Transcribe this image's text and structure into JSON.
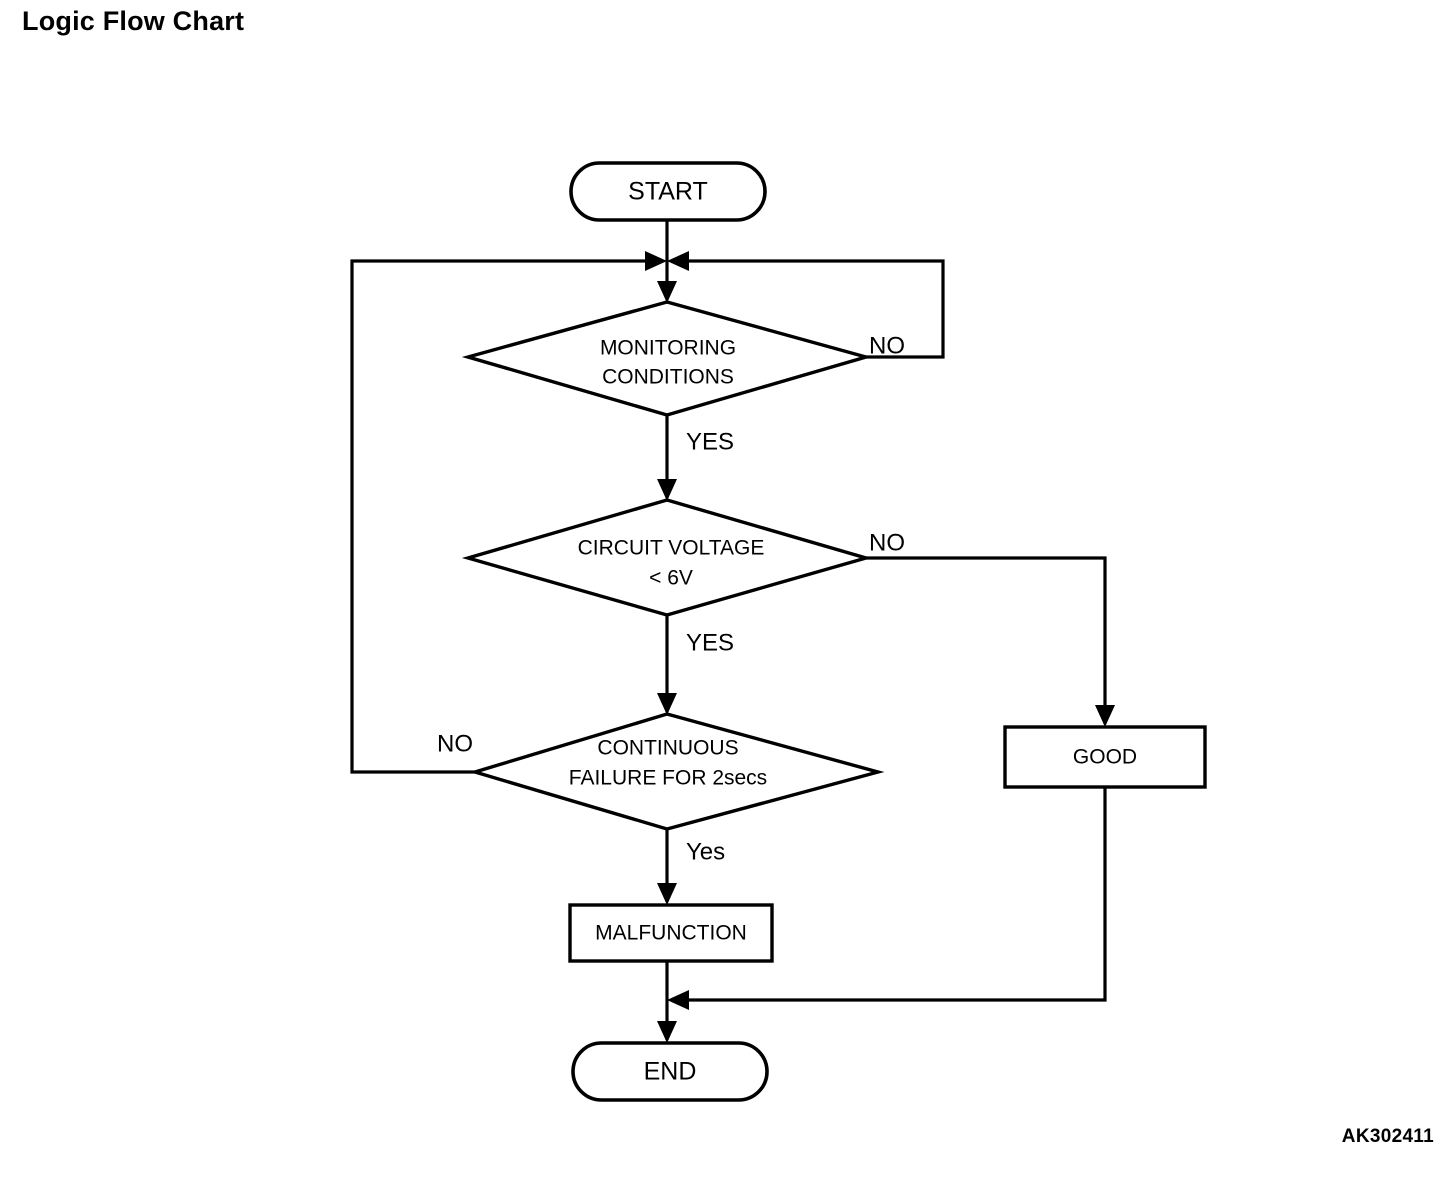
{
  "page": {
    "title": "Logic Flow Chart",
    "reference_code": "AK302411",
    "background_color": "#ffffff",
    "line_color": "#000000"
  },
  "chart_data": {
    "type": "diagram",
    "diagram_kind": "flowchart",
    "title": "Logic Flow Chart",
    "nodes": [
      {
        "id": "start",
        "shape": "terminator",
        "label": "START"
      },
      {
        "id": "monitoring",
        "shape": "decision",
        "label": "MONITORING CONDITIONS",
        "line1": "MONITORING",
        "line2": "CONDITIONS"
      },
      {
        "id": "voltage",
        "shape": "decision",
        "label": "CIRCUIT VOLTAGE < 6V",
        "line1": "CIRCUIT VOLTAGE",
        "line2": "< 6V"
      },
      {
        "id": "failure",
        "shape": "decision",
        "label": "CONTINUOUS FAILURE FOR 2secs",
        "line1": "CONTINUOUS",
        "line2": "FAILURE FOR 2secs"
      },
      {
        "id": "good",
        "shape": "process",
        "label": "GOOD"
      },
      {
        "id": "malfunction",
        "shape": "process",
        "label": "MALFUNCTION"
      },
      {
        "id": "end",
        "shape": "terminator",
        "label": "END"
      }
    ],
    "edges": [
      {
        "from": "start",
        "to": "monitoring",
        "label": ""
      },
      {
        "from": "monitoring",
        "to": "start-join",
        "label": "NO"
      },
      {
        "from": "monitoring",
        "to": "voltage",
        "label": "YES"
      },
      {
        "from": "voltage",
        "to": "good",
        "label": "NO"
      },
      {
        "from": "voltage",
        "to": "failure",
        "label": "YES"
      },
      {
        "from": "failure",
        "to": "start-join",
        "label": "NO"
      },
      {
        "from": "failure",
        "to": "malfunction",
        "label": "Yes"
      },
      {
        "from": "malfunction",
        "to": "end",
        "label": ""
      },
      {
        "from": "good",
        "to": "end",
        "label": ""
      }
    ]
  },
  "labels": {
    "start": "START",
    "end": "END",
    "good": "GOOD",
    "malfunction": "MALFUNCTION",
    "monitoring_l1": "MONITORING",
    "monitoring_l2": "CONDITIONS",
    "voltage_l1": "CIRCUIT VOLTAGE",
    "voltage_l2": "< 6V",
    "failure_l1": "CONTINUOUS",
    "failure_l2": "FAILURE FOR 2secs",
    "monitoring_no": "NO",
    "monitoring_yes": "YES",
    "voltage_no": "NO",
    "voltage_yes": "YES",
    "failure_no": "NO",
    "failure_yes": "Yes"
  }
}
